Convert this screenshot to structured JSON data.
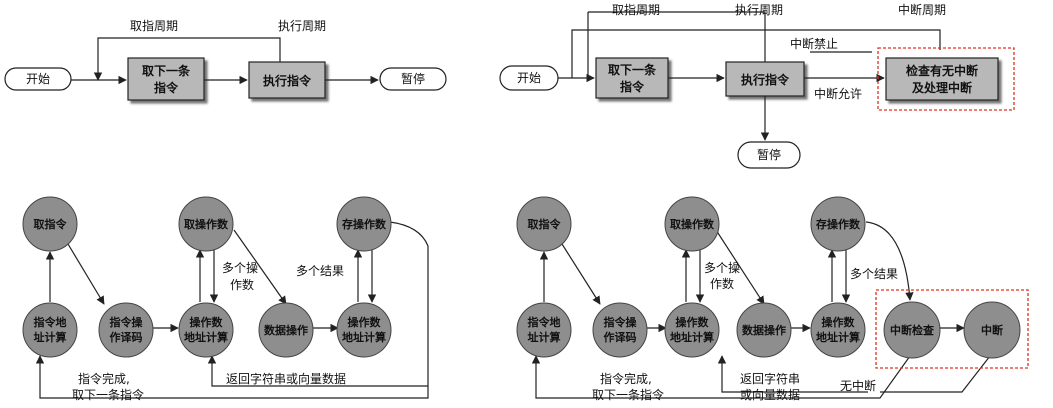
{
  "top_left": {
    "fetch_cycle_label": "取指周期",
    "exec_cycle_label": "执行周期",
    "start": "开始",
    "fetch_box_line1": "取下一条",
    "fetch_box_line2": "指令",
    "exec_box": "执行指令",
    "halt": "暂停"
  },
  "top_right": {
    "fetch_cycle_label": "取指周期",
    "exec_cycle_label": "执行周期",
    "interrupt_cycle_label": "中断周期",
    "start": "开始",
    "fetch_box_line1": "取下一条",
    "fetch_box_line2": "指令",
    "exec_box": "执行指令",
    "interrupt_disabled": "中断禁止",
    "interrupt_enabled": "中断允许",
    "check_box_line1": "检查有无中断",
    "check_box_line2": "及处理中断",
    "halt": "暂停"
  },
  "bottom_left": {
    "fetch_instr": "取指令",
    "fetch_operand": "取操作数",
    "store_operand": "存操作数",
    "addr_calc_line1": "指令地",
    "addr_calc_line2": "址计算",
    "decode_line1": "指令操",
    "decode_line2": "作译码",
    "operand_addr_line1": "操作数",
    "operand_addr_line2": "地址计算",
    "data_op": "数据操作",
    "store_addr_line1": "操作数",
    "store_addr_line2": "地址计算",
    "multi_operand_line1": "多个操",
    "multi_operand_line2": "作数",
    "multi_result": "多个结果",
    "done_line1": "指令完成,",
    "done_line2": "取下一条指令",
    "return_string": "返回字符串或向量数据"
  },
  "bottom_right": {
    "fetch_instr": "取指令",
    "fetch_operand": "取操作数",
    "store_operand": "存操作数",
    "addr_calc_line1": "指令地",
    "addr_calc_line2": "址计算",
    "decode_line1": "指令操",
    "decode_line2": "作译码",
    "operand_addr_line1": "操作数",
    "operand_addr_line2": "地址计算",
    "data_op": "数据操作",
    "store_addr_line1": "操作数",
    "store_addr_line2": "地址计算",
    "multi_operand_line1": "多个操",
    "multi_operand_line2": "作数",
    "multi_result": "多个结果",
    "interrupt_check": "中断检查",
    "interrupt": "中断",
    "no_interrupt": "无中断",
    "done_line1": "指令完成,",
    "done_line2": "取下一条指令",
    "return_line1": "返回字符串",
    "return_line2": "或向量数据"
  },
  "colors": {
    "box_fill": "#b8b8b8",
    "node_fill": "#8e8e8e",
    "highlight": "#e0301e"
  }
}
